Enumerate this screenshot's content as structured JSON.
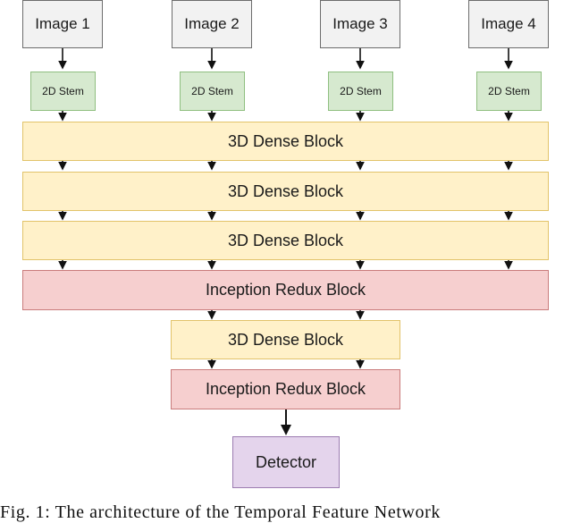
{
  "inputs": [
    {
      "image": "Image  1",
      "stem": "2D Stem"
    },
    {
      "image": "Image 2",
      "stem": "2D Stem"
    },
    {
      "image": "Image 3",
      "stem": "2D Stem"
    },
    {
      "image": "Image 4",
      "stem": "2D Stem"
    }
  ],
  "blocks": {
    "dense_1": "3D Dense Block",
    "dense_2": "3D Dense Block",
    "dense_3": "3D Dense Block",
    "redux_1": "Inception Redux Block",
    "dense_4": "3D Dense Block",
    "redux_2": "Inception Redux Block",
    "detector": "Detector"
  },
  "caption": "Fig. 1: The architecture of the Temporal Feature Network",
  "colors": {
    "image_fill": "#f2f2f2",
    "stem_fill": "#d6e9cf",
    "dense_fill": "#fff1c9",
    "redux_fill": "#f6cfcf",
    "detector_fill": "#e4d4ec"
  }
}
